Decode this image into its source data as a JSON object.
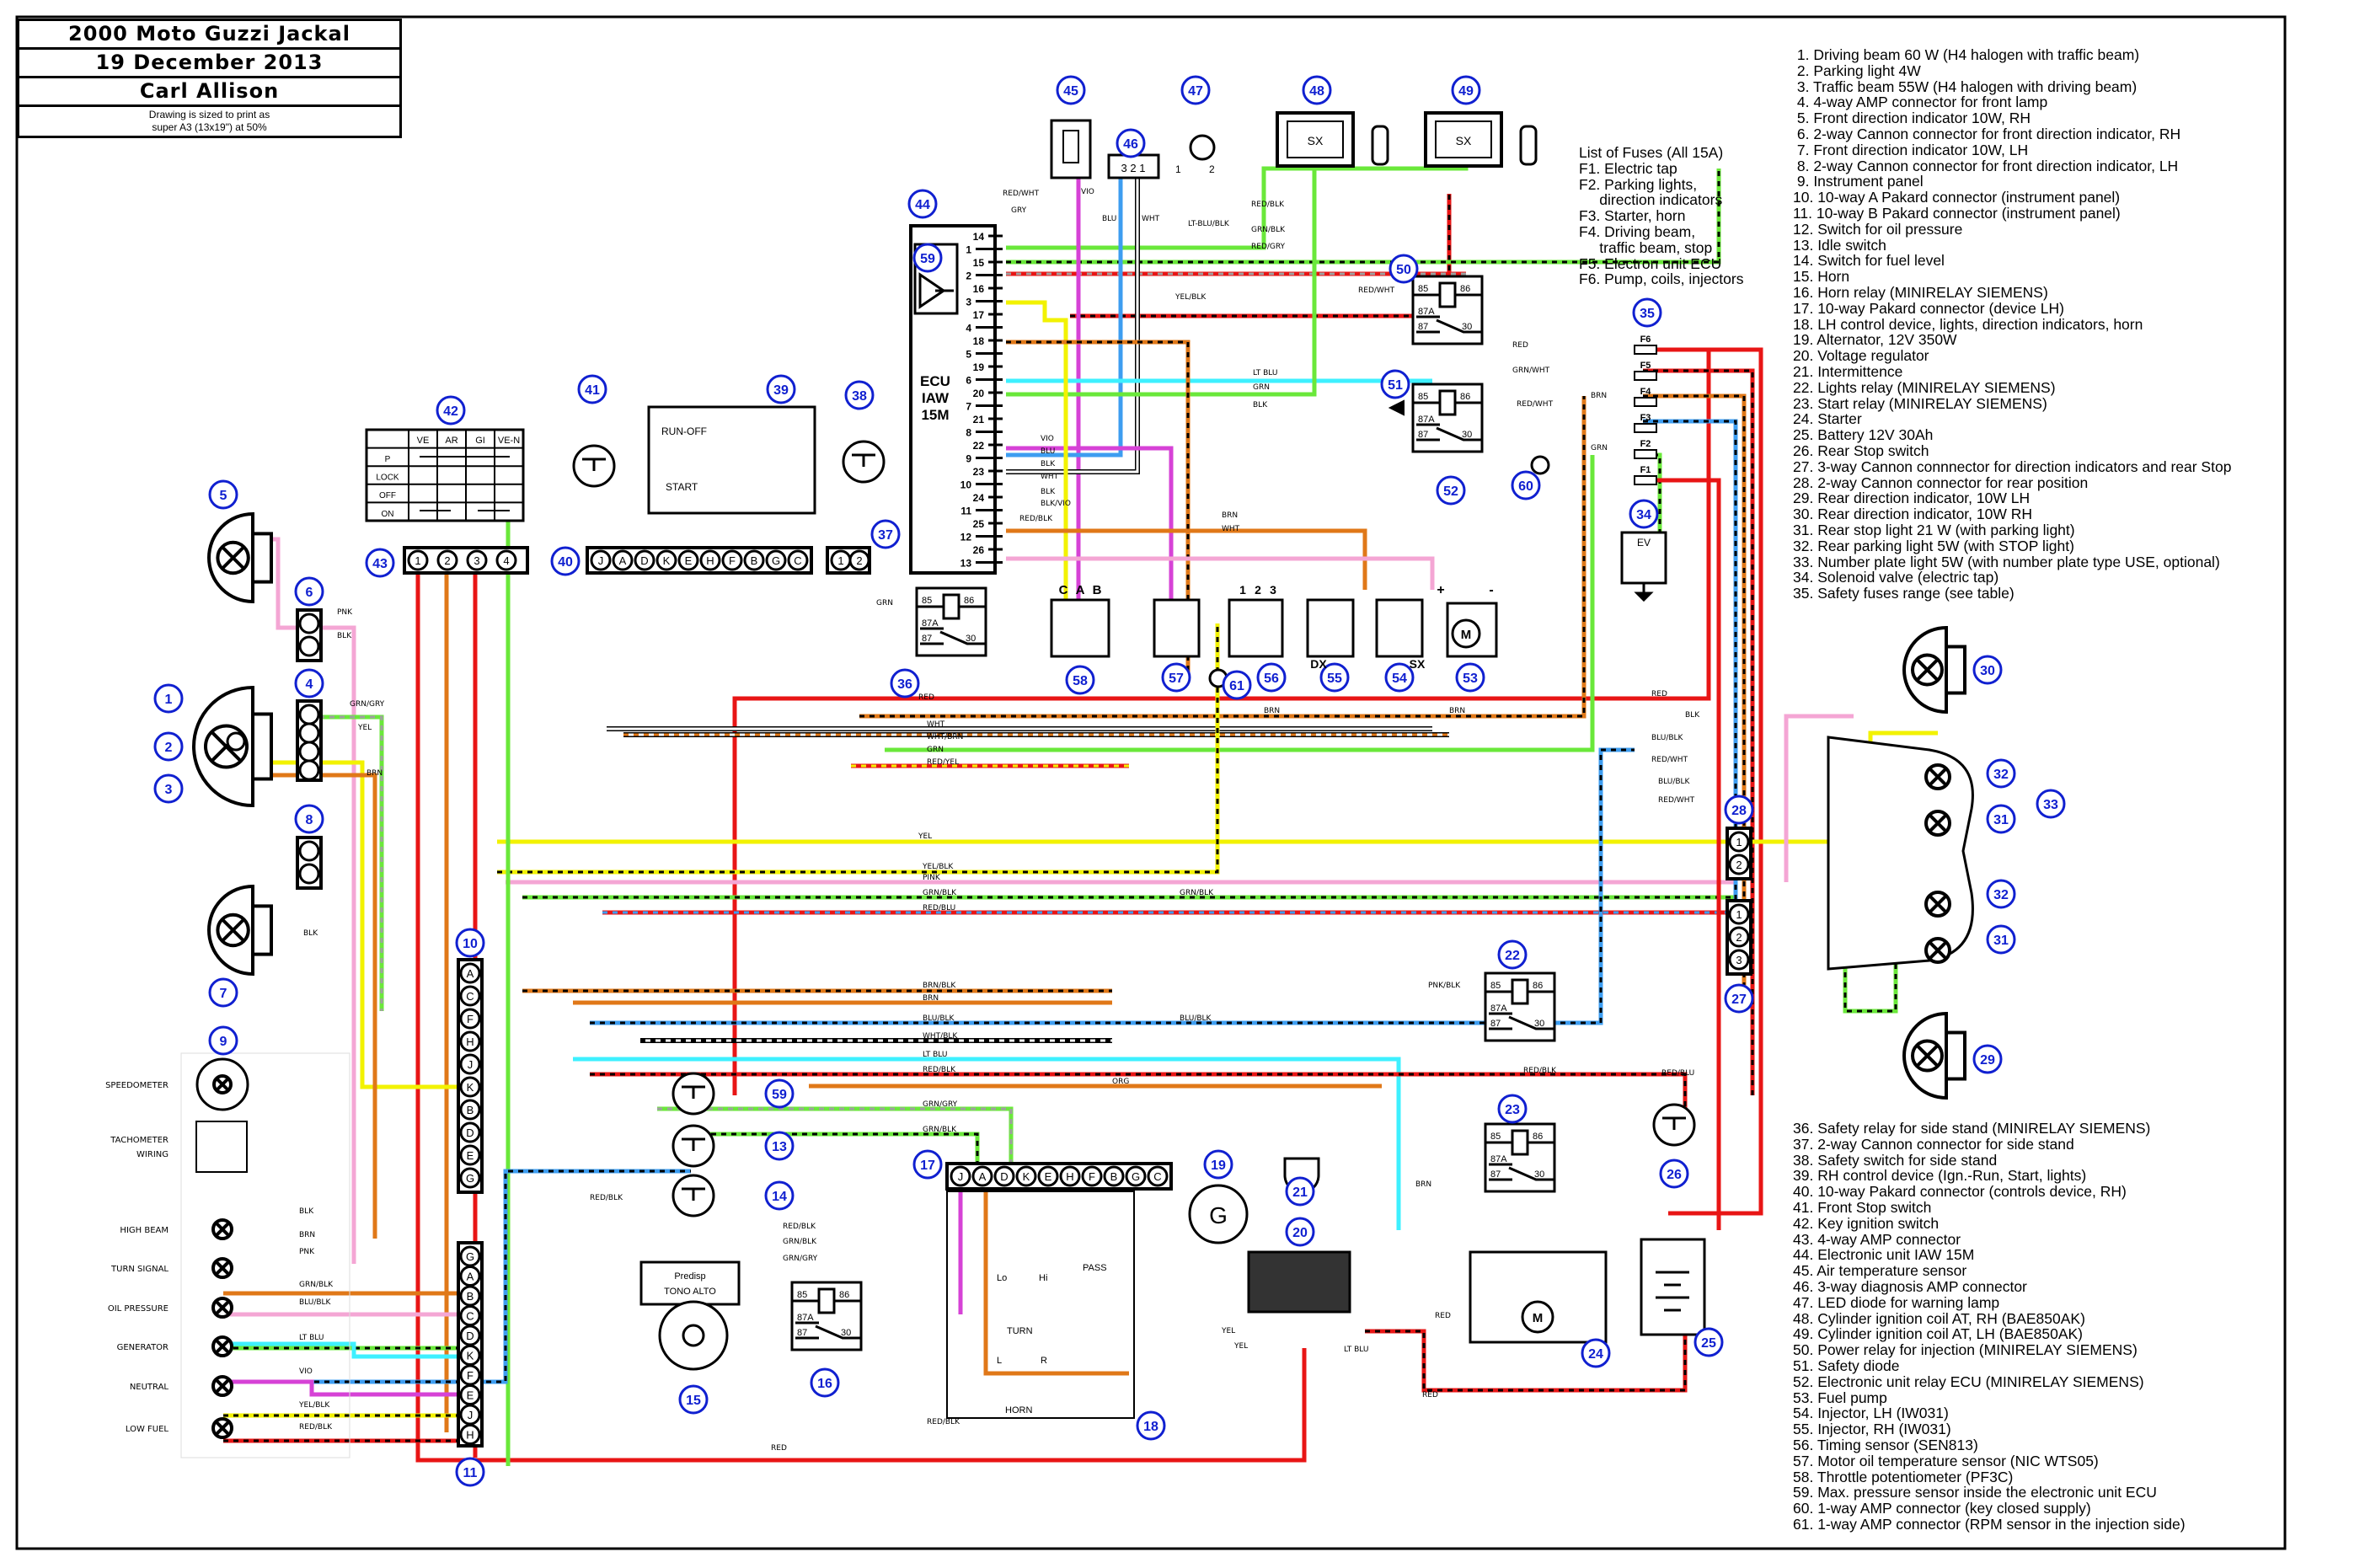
{
  "title_block": {
    "title": "2000 Moto Guzzi Jackal",
    "date": "19 December 2013",
    "author": "Carl Allison",
    "note_line1": "Drawing is sized to print as",
    "note_line2": "super A3 (13x19\") at 50%"
  },
  "fuses": {
    "heading": "List of Fuses (All 15A)",
    "items": [
      "F1. Electric tap",
      "F2. Parking lights,",
      "     direction indicators",
      "F3. Starter, horn",
      "F4. Driving beam,",
      "     traffic beam, stop",
      "F5. Electron unit ECU",
      "F6. Pump, coils, injectors"
    ],
    "tags": [
      "F6",
      "F5",
      "F4",
      "F3",
      "F2",
      "F1"
    ]
  },
  "legend_a": [
    " 1. Driving beam 60 W (H4 halogen with traffic beam)",
    " 2. Parking light 4W",
    " 3. Traffic beam 55W (H4 halogen with driving beam)",
    " 4. 4-way AMP connector for front lamp",
    " 5. Front direction indicator 10W, RH",
    " 6. 2-way Cannon connector for front direction indicator, RH",
    " 7. Front direction indicator 10W, LH",
    " 8. 2-way Cannon connector for front direction indicator, LH",
    " 9. Instrument panel",
    "10. 10-way A Pakard connector (instrument panel)",
    "11. 10-way B Pakard connector (instrument panel)",
    "12. Switch for oil pressure",
    "13. Idle switch",
    "14. Switch for fuel level",
    "15. Horn",
    "16. Horn relay (MINIRELAY SIEMENS)",
    "17. 10-way Pakard connector (device LH)",
    "18. LH control device, lights, direction indicators, horn",
    "19. Alternator, 12V 350W",
    "20. Voltage regulator",
    "21. Intermittence",
    "22. Lights relay (MINIRELAY SIEMENS)",
    "23. Start relay (MINIRELAY SIEMENS)",
    "24. Starter",
    "25. Battery 12V 30Ah",
    "26. Rear Stop switch",
    "27. 3-way Cannon connnector for direction indicators and rear Stop",
    "28. 2-way Cannon connector for rear position",
    "29. Rear direction indicator, 10W LH",
    "30. Rear direction indicator, 10W RH",
    "31. Rear stop light 21 W (with parking light)",
    "32. Rear parking light 5W (with STOP light)",
    "33. Number plate light 5W (with number plate type USE, optional)",
    "34. Solenoid valve (electric tap)",
    "35. Safety fuses range (see table)"
  ],
  "legend_b": [
    "36. Safety relay for side stand (MINIRELAY SIEMENS)",
    "37. 2-way Cannon connector for side stand",
    "38. Safety switch for side stand",
    "39. RH control device (Ign.-Run, Start, lights)",
    "40. 10-way Pakard connector (controls device, RH)",
    "41. Front Stop switch",
    "42. Key ignition switch",
    "43. 4-way AMP connector",
    "44. Electronic unit IAW 15M",
    "45. Air temperature sensor",
    "46. 3-way diagnosis AMP connector",
    "47. LED diode for warning lamp",
    "48. Cylinder ignition coil AT, RH (BAE850AK)",
    "49. Cylinder ignition coil AT, LH (BAE850AK)",
    "50. Power relay for injection (MINIRELAY SIEMENS)",
    "51. Safety diode",
    "52. Electronic unit relay ECU (MINIRELAY SIEMENS)",
    "53. Fuel pump",
    "54. Injector, LH (IW031)",
    "55. Injector, RH (IW031)",
    "56. Timing sensor (SEN813)",
    "57. Motor oil temperature sensor (NIC WTS05)",
    "58. Throttle potentiometer (PF3C)",
    "59. Max. pressure sensor inside the electronic unit ECU",
    "60. 1-way AMP connector (key closed supply)",
    "61. 1-way AMP connector (RPM sensor in the injection side)"
  ],
  "instrument_labels": [
    "SPEEDOMETER",
    "TACHOMETER",
    "WIRING",
    "HIGH BEAM",
    "TURN SIGNAL",
    "OIL PRESSURE",
    "GENERATOR",
    "NEUTRAL",
    "LOW FUEL"
  ],
  "ecu": {
    "label_lines": [
      "ECU",
      "IAW",
      "15M"
    ],
    "pins": [
      "14",
      "1",
      "15",
      "2",
      "16",
      "3",
      "17",
      "4",
      "18",
      "5",
      "19",
      "6",
      "20",
      "7",
      "21",
      "8",
      "22",
      "9",
      "23",
      "10",
      "24",
      "11",
      "25",
      "12",
      "26",
      "13"
    ]
  },
  "key_switch": {
    "columns": [
      "VE",
      "AR",
      "GI",
      "VE-N"
    ],
    "rows": [
      "P",
      "LOCK",
      "OFF",
      "ON"
    ]
  },
  "rh_control": {
    "run_off": "RUN-OFF",
    "start": "START"
  },
  "lh_control": {
    "lo": "Lo",
    "hi": "Hi",
    "pass": "PASS",
    "turn": "TURN",
    "l": "L",
    "r": "R",
    "horn": "HORN"
  },
  "horn": {
    "line1": "Predisp",
    "line2": "TONO ALTO"
  },
  "connectors": {
    "c10": [
      "A",
      "C",
      "F",
      "H",
      "J",
      "K",
      "B",
      "D",
      "E",
      "G"
    ],
    "c11": [
      "G",
      "A",
      "B",
      "C",
      "D",
      "K",
      "F",
      "E",
      "J",
      "H"
    ],
    "c40": [
      "J",
      "A",
      "D",
      "K",
      "E",
      "H",
      "F",
      "B",
      "G",
      "C"
    ],
    "c17": [
      "J",
      "A",
      "D",
      "K",
      "E",
      "H",
      "F",
      "B",
      "G",
      "C"
    ],
    "c43": [
      "1",
      "2",
      "3",
      "4"
    ],
    "c37": [
      "1",
      "2"
    ],
    "c46": "3 2 1",
    "c27": [
      "1",
      "2",
      "3"
    ],
    "c28": [
      "1",
      "2"
    ],
    "c58": [
      "C",
      "A",
      "B"
    ],
    "c56": [
      "1",
      "2",
      "3"
    ]
  },
  "relay_pins": [
    "85",
    "86",
    "87A",
    "87",
    "30"
  ],
  "misc_labels": {
    "sx": "SX",
    "dx": "DX",
    "ev": "EV",
    "g": "G",
    "m": "M",
    "plus": "+",
    "minus": "-",
    "led1": "1",
    "led2": "2"
  },
  "component_tags": [
    "1",
    "2",
    "3",
    "4",
    "5",
    "6",
    "7",
    "8",
    "9",
    "10",
    "11",
    "59",
    "13",
    "14",
    "15",
    "16",
    "17",
    "18",
    "19",
    "20",
    "21",
    "22",
    "23",
    "24",
    "25",
    "26",
    "27",
    "28",
    "29",
    "30",
    "31",
    "32",
    "31",
    "32",
    "33",
    "34",
    "35",
    "36",
    "37",
    "38",
    "39",
    "40",
    "41",
    "42",
    "43",
    "44",
    "45",
    "46",
    "47",
    "48",
    "49",
    "50",
    "51",
    "52",
    "53",
    "54",
    "55",
    "56",
    "57",
    "58",
    "59",
    "60",
    "61"
  ],
  "wire_labels": [
    "RED",
    "BRN",
    "WHT",
    "WHT/BRN",
    "GRN",
    "RED/YEL",
    "YEL",
    "YEL/BLK",
    "PINK",
    "GRN/BLK",
    "RED/BLU",
    "BRN/BLK",
    "BRN",
    "BLU/BLK",
    "WHT/BLK",
    "LT BLU",
    "RED/BLK",
    "ORG",
    "GRN/GRY",
    "GRN/BLK",
    "BLK",
    "BRN",
    "PNK",
    "GRN/BLK",
    "BLU/BLK",
    "LT BLU",
    "VIO",
    "YEL/BLK",
    "RED/BLK",
    "GRN/GRY",
    "YEL",
    "BRN",
    "PNK",
    "BLK",
    "BLK",
    "RED/WHT",
    "GRY",
    "VIO",
    "BLU",
    "WHT",
    "LT-BLU/BLK",
    "RED/BLK",
    "GRN/BLK",
    "RED/GRY",
    "YEL/BLK",
    "LT BLU",
    "GRN",
    "BLK",
    "VIO",
    "BLU",
    "BLK",
    "WHT",
    "BLK",
    "BLK/VIO",
    "BRN",
    "WHT",
    "RED/WHT",
    "GRN/WHT",
    "RED/WHT",
    "BRN",
    "GRN",
    "RED",
    "BLU/BLK",
    "RED/WHT",
    "PNK/BLK",
    "RED/BLK",
    "RED/BLU",
    "BRN",
    "RED",
    "RED/BLK",
    "RED/BLK",
    "GRN/BLK",
    "GRN/GRY",
    "RED",
    "YEL",
    "YEL",
    "LT BLU",
    "RED",
    "RED/BLK",
    "GRN",
    "RED",
    "BRN",
    "BLK",
    "RED/BLK",
    "GRN/BLK",
    "BLU/BLK",
    "BLU/BLK",
    "RED/WHT"
  ],
  "colors": {
    "red": "#e81515",
    "orange": "#e07818",
    "green": "#6ae83a",
    "yellow": "#f2f200",
    "pink": "#f4a6d4",
    "violet": "#d642d6",
    "blue": "#3d9df0",
    "ltblue": "#3ef0ff",
    "gray": "#a0a0a0",
    "darkred": "#8b1e1e",
    "tag": "#1020d0"
  }
}
